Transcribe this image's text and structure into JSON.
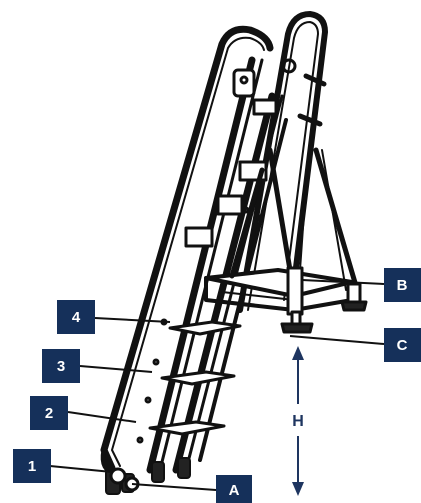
{
  "labels": {
    "one": "1",
    "two": "2",
    "three": "3",
    "four": "4",
    "a": "A",
    "b": "B",
    "c": "C",
    "h": "H"
  },
  "colors": {
    "badge": "#15305a",
    "badge_text": "#ffffff",
    "line": "#111111",
    "height_arrow": "#1e3560"
  },
  "icons": {
    "height_arrow": "double-arrow-vertical"
  }
}
